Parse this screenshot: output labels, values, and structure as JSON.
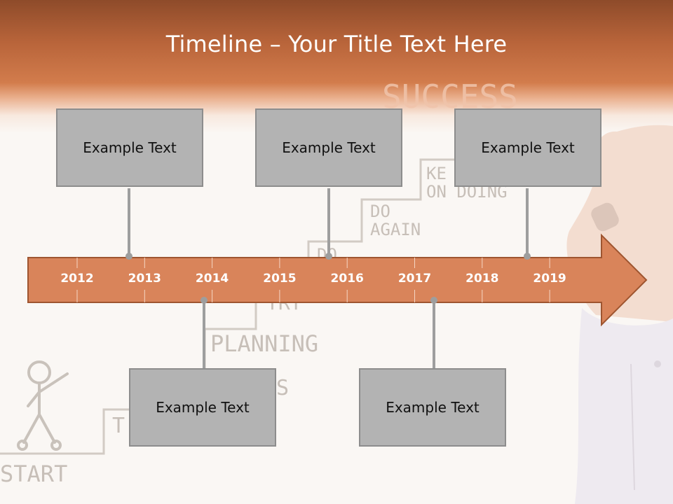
{
  "slide": {
    "title": "Timeline – Your Title Text Here"
  },
  "background_art": {
    "words": [
      "SUCCESS",
      "KE",
      "ON DOING",
      "DO",
      "AGAIN",
      "DO",
      "TRY",
      "PLANNING",
      "S",
      "T",
      "START"
    ]
  },
  "timeline": {
    "years": [
      "2012",
      "2013",
      "2014",
      "2015",
      "2016",
      "2017",
      "2018",
      "2019"
    ],
    "arrow_color": "#d9845a",
    "arrow_border": "#9e5530",
    "connector_color": "#9e9e9e"
  },
  "callouts": [
    {
      "text": "Example Text"
    },
    {
      "text": "Example Text"
    },
    {
      "text": "Example Text"
    },
    {
      "text": "Example Text"
    },
    {
      "text": "Example Text"
    }
  ]
}
